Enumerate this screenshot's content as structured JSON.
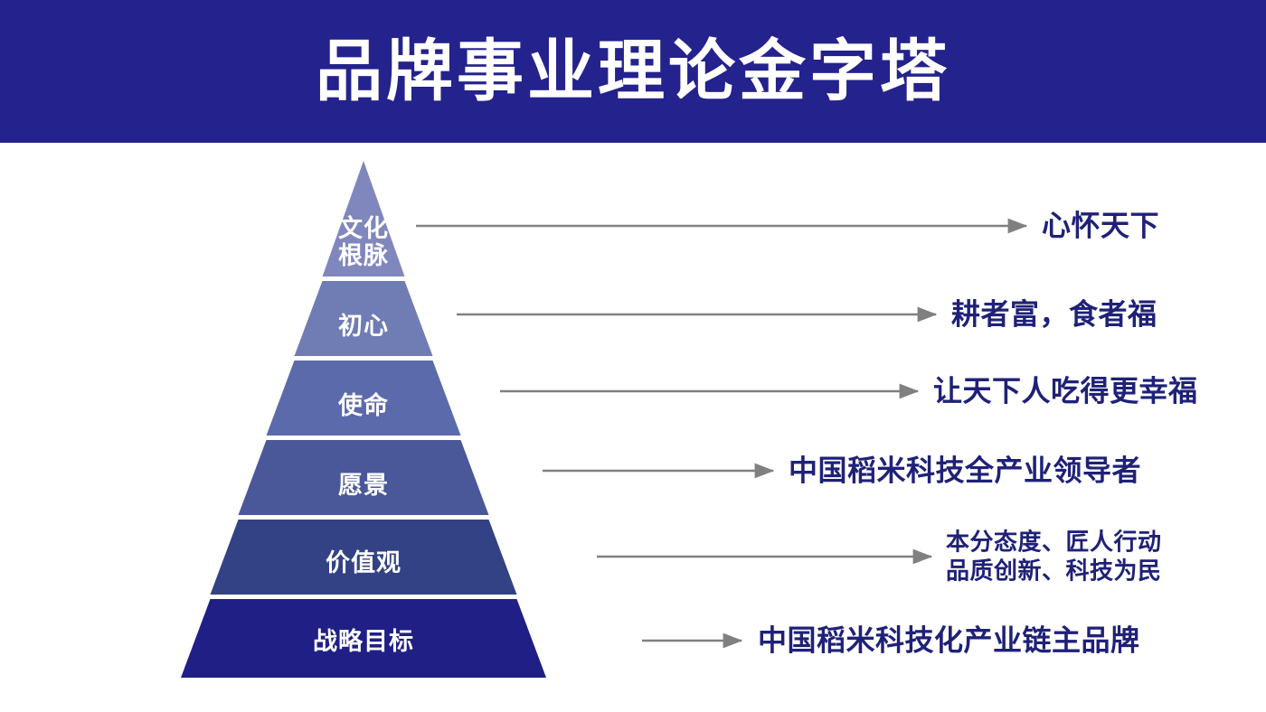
{
  "header": {
    "title": "品牌事业理论金字塔",
    "bg_color": "#24228c",
    "text_color": "#ffffff"
  },
  "page": {
    "background": "#ffffff",
    "accent_color": "#1f2178",
    "connector_color": "#808080"
  },
  "chart_data": {
    "type": "pyramid",
    "title": "品牌事业理论金字塔",
    "orientation": "apex-up",
    "level_count": 6,
    "levels": [
      {
        "index": 1,
        "name": "文化根脉",
        "label": "文化\n根脉",
        "color": "#8087bd",
        "callout": "心怀天下",
        "callout_lines": [
          "心怀天下"
        ]
      },
      {
        "index": 2,
        "name": "初心",
        "label": "初心",
        "color": "#707cb4",
        "callout": "耕者富，食者福",
        "callout_lines": [
          "耕者富 , 食者福"
        ]
      },
      {
        "index": 3,
        "name": "使命",
        "label": "使命",
        "color": "#5b6aaa",
        "callout": "让天下人吃得更幸福",
        "callout_lines": [
          "让天下人吃得更幸福"
        ]
      },
      {
        "index": 4,
        "name": "愿景",
        "label": "愿景",
        "color": "#4a5899",
        "callout": "中国稻米科技全产业领导者",
        "callout_lines": [
          "中国稻米科技全产业领导者"
        ]
      },
      {
        "index": 5,
        "name": "价值观",
        "label": "价值观",
        "color": "#334285",
        "callout": "本分态度、匠人行动\n品质创新、科技为民",
        "callout_lines": [
          "本分态度、匠人行动",
          "品质创新、科技为民"
        ]
      },
      {
        "index": 6,
        "name": "战略目标",
        "label": "战略目标",
        "color": "#1f1f86",
        "callout": "中国稻米科技化产业链主品牌",
        "callout_lines": [
          "中国稻米科技化产业链主品牌"
        ]
      }
    ]
  }
}
